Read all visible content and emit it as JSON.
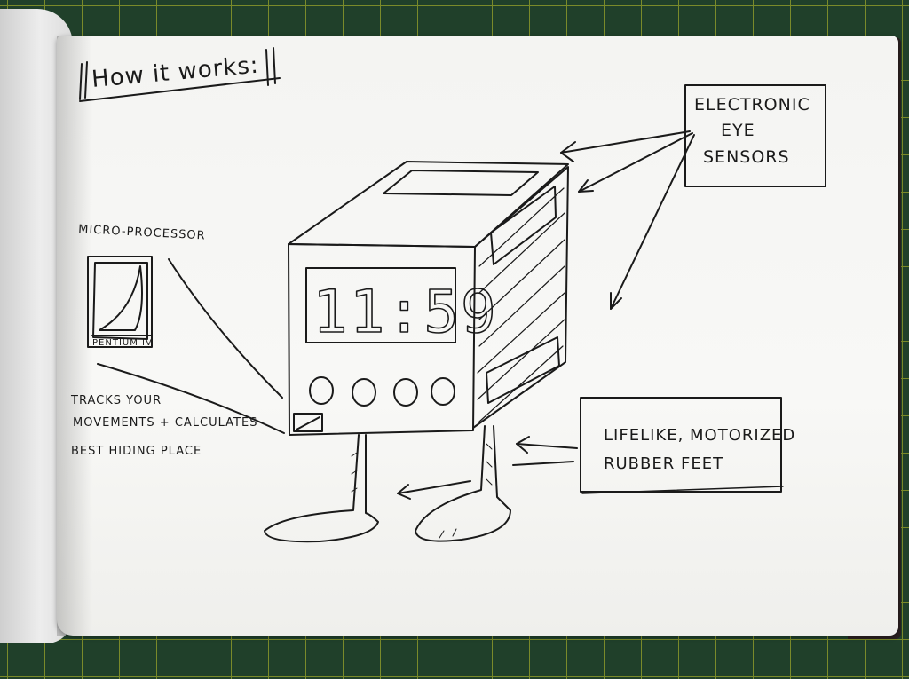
{
  "title": "How it works:",
  "clock": {
    "display": "11:59",
    "chip_label": "PENTIUM IV"
  },
  "labels": {
    "eye_sensors": [
      "ELECTRONIC",
      "EYE",
      "SENSORS"
    ],
    "micro_processor": "MICRO-PROCESSOR",
    "tracks": [
      "TRACKS YOUR",
      "MOVEMENTS + CALCULATES",
      "BEST HIDING PLACE"
    ],
    "feet": [
      "LIFELIKE, MOTORIZED",
      "RUBBER FEET"
    ]
  },
  "colors": {
    "ink": "#1a1a1a",
    "paper": "#f6f6f4",
    "mat": "#20402a",
    "grid": "#7a8a2a"
  }
}
